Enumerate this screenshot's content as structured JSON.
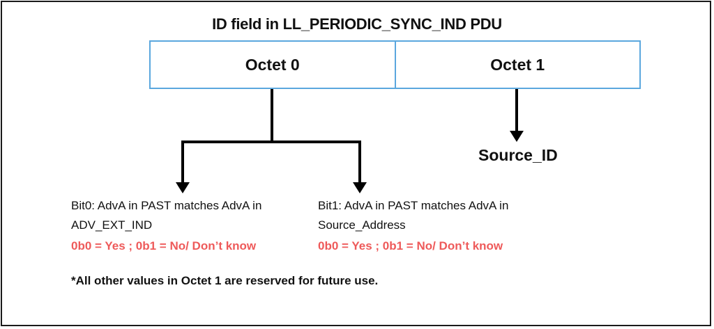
{
  "title": "ID field in LL_PERIODIC_SYNC_IND PDU",
  "octets": [
    {
      "label": "Octet 0"
    },
    {
      "label": "Octet 1"
    }
  ],
  "source_id_label": "Source_ID",
  "bits": [
    {
      "description": "Bit0: AdvA in PAST matches AdvA in ADV_EXT_IND",
      "values": "0b0 = Yes ; 0b1 = No/ Don’t know"
    },
    {
      "description": "Bit1: AdvA in PAST matches AdvA in Source_Address",
      "values": "0b0 = Yes ; 0b1 = No/ Don’t know"
    }
  ],
  "footnote": "*All other values in Octet 1 are reserved for future use.",
  "colors": {
    "table_border": "#5aa7de",
    "highlight_text": "#ee5a5a",
    "connector": "#000000"
  }
}
